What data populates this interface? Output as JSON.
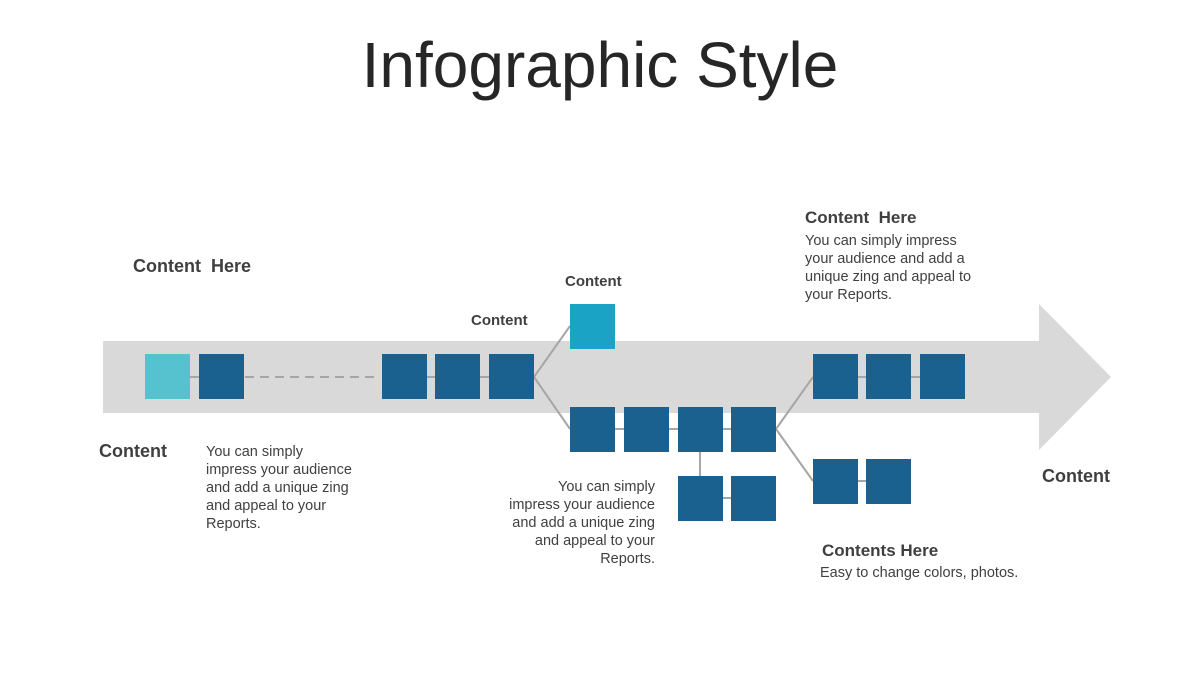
{
  "title": "Infographic Style",
  "colors": {
    "arrow": "#d9d9d9",
    "square": "#1b6190",
    "accent_start": "#56c2d0",
    "accent_branch": "#1aa3c5",
    "connector": "#a6a6a6",
    "text_dark": "#3f3f3f"
  },
  "labels": {
    "content_here_left": "Content  Here",
    "content_left": "Content",
    "content_mid1": "Content",
    "content_mid2": "Content",
    "content_here_right": "Content  Here",
    "content_right": "Content",
    "contents_here": "Contents Here"
  },
  "texts": {
    "desc_left": "You can simply\nimpress your audience\nand add a unique zing\nand appeal to your\nReports.",
    "desc_center": "You can simply\nimpress your audience\nand add a unique zing\nand appeal to your\nReports.",
    "desc_right": "You can simply impress\nyour audience and add a\nunique zing and appeal to\nyour Reports.",
    "easy_change": "Easy to change colors, photos."
  }
}
